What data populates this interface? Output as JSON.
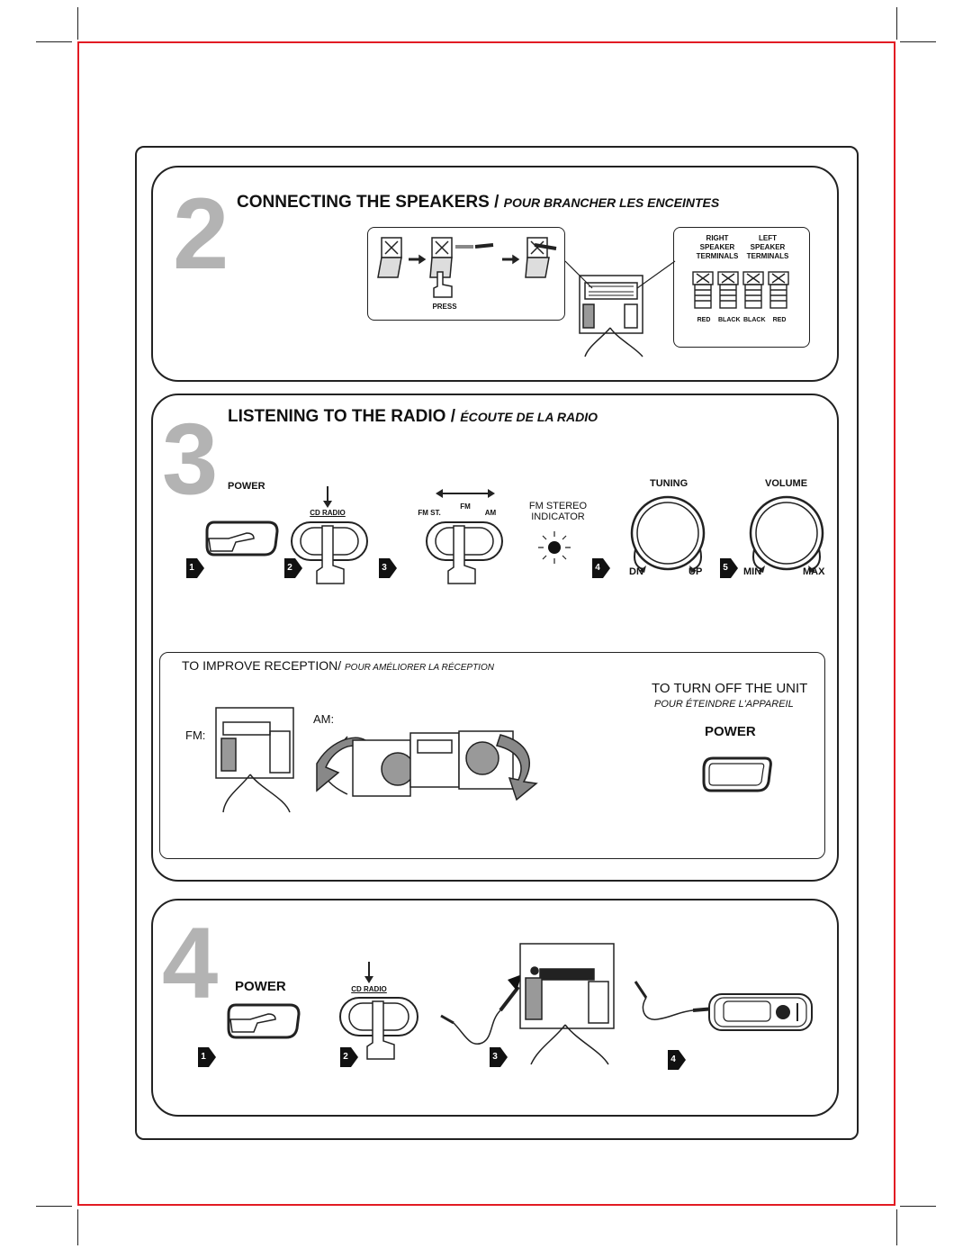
{
  "section2": {
    "number": "2",
    "title": "CONNECTING THE SPEAKERS",
    "title_fr": "POUR BRANCHER LES ENCEINTES",
    "press_label": "PRESS",
    "right_terminals": "RIGHT SPEAKER TERMINALS",
    "left_terminals": "LEFT SPEAKER TERMINALS",
    "terminal_colors": [
      "RED",
      "BLACK",
      "BLACK",
      "RED"
    ]
  },
  "section3": {
    "number": "3",
    "title": "LISTENING TO THE RADIO",
    "title_fr": "ÉCOUTE DE LA RADIO",
    "power_label": "POWER",
    "cd_radio_label": "CD RADIO",
    "fm_label": "FM",
    "fm_st_label": "FM ST.",
    "am_label": "AM",
    "fm_stereo_indicator": "FM STEREO INDICATOR",
    "tuning_label": "TUNING",
    "volume_label": "VOLUME",
    "dn_label": "DN",
    "up_label": "UP",
    "min_label": "MIN",
    "max_label": "MAX",
    "steps": [
      "1",
      "2",
      "3",
      "4",
      "5"
    ],
    "reception": {
      "title": "TO IMPROVE RECEPTION",
      "title_fr": "POUR AMÉLIORER LA RÉCEPTION",
      "fm_label": "FM:",
      "am_label": "AM:"
    },
    "turn_off": {
      "title": "TO TURN OFF THE UNIT",
      "title_fr": "POUR ÉTEINDRE L'APPAREIL",
      "power_label": "POWER"
    }
  },
  "section4": {
    "number": "4",
    "power_label": "POWER",
    "cd_radio_label": "CD RADIO",
    "steps": [
      "1",
      "2",
      "3",
      "4"
    ]
  }
}
